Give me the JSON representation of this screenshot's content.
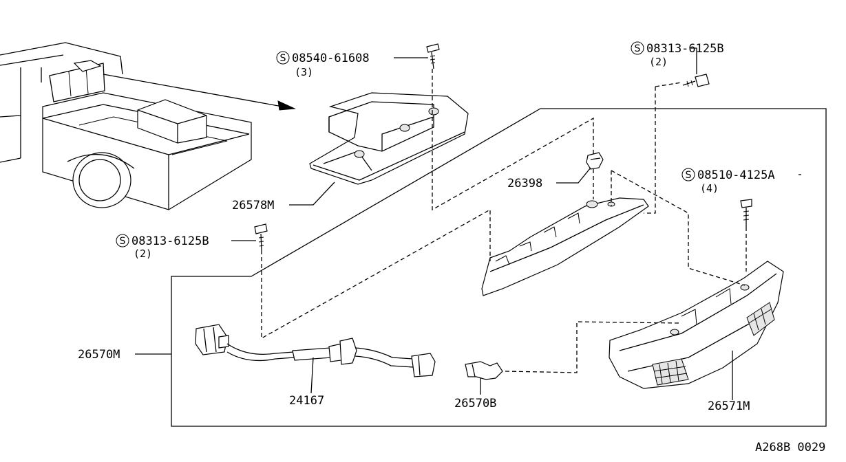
{
  "labels": {
    "screw_top": {
      "code": "08540-61608",
      "qty": "(3)"
    },
    "screw_right": {
      "code": "08313-6125B",
      "qty": "(2)"
    },
    "screw_left": {
      "code": "08313-6125B",
      "qty": "(2)"
    },
    "screw_lens": {
      "code": "08510-4125A",
      "qty": "(4)"
    },
    "grommet": "26398",
    "cover": "26578M",
    "assembly": "26570M",
    "harness": "24167",
    "bulb": "26570B",
    "lamp": "26571M",
    "s_mark": "S"
  },
  "footer": {
    "diagram_code": "A268B 0029"
  }
}
